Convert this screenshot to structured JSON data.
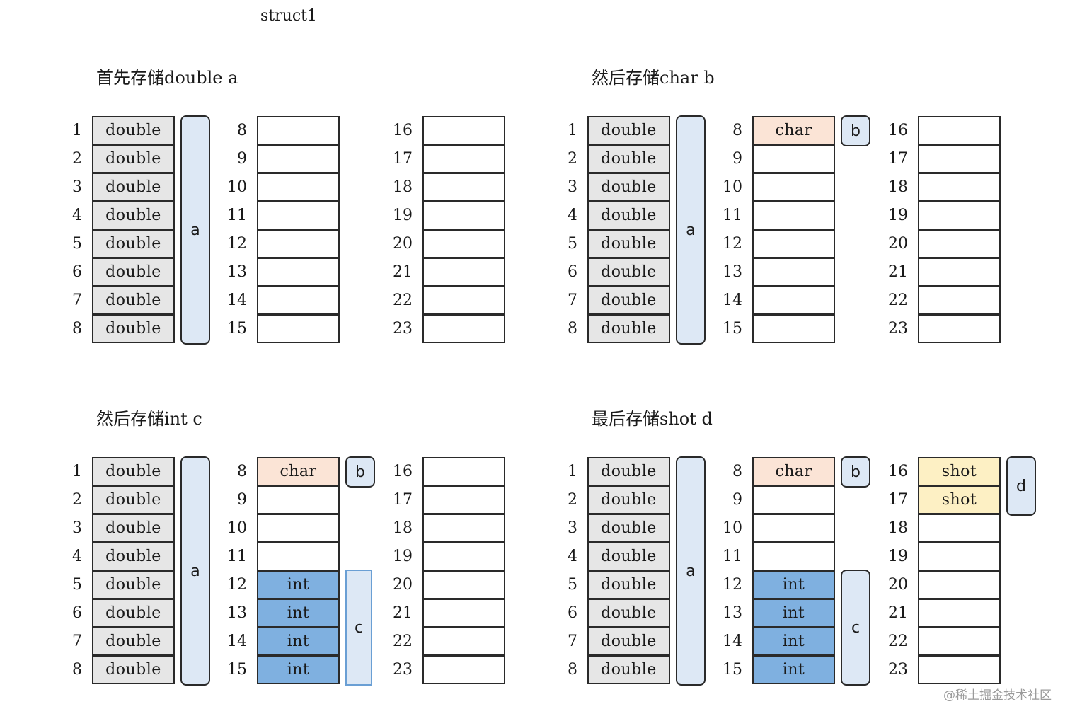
{
  "title": "struct1",
  "watermark": "@稀土掘金技术社区",
  "colors": {
    "double": "#e6e6e6",
    "char": "#fbe4d6",
    "int": "#7fb0e0",
    "shot": "#fdf0c4",
    "empty": "#ffffff",
    "brace": "#dde8f5",
    "border": "#2a2a2a"
  },
  "panels": [
    {
      "title": "首先存储double a",
      "columns": [
        {
          "cells": [
            {
              "index": "1",
              "label": "double",
              "type": "double"
            },
            {
              "index": "2",
              "label": "double",
              "type": "double"
            },
            {
              "index": "3",
              "label": "double",
              "type": "double"
            },
            {
              "index": "4",
              "label": "double",
              "type": "double"
            },
            {
              "index": "5",
              "label": "double",
              "type": "double"
            },
            {
              "index": "6",
              "label": "double",
              "type": "double"
            },
            {
              "index": "7",
              "label": "double",
              "type": "double"
            },
            {
              "index": "8",
              "label": "double",
              "type": "double"
            }
          ]
        },
        {
          "cells": [
            {
              "index": "8",
              "label": "",
              "type": "empty"
            },
            {
              "index": "9",
              "label": "",
              "type": "empty"
            },
            {
              "index": "10",
              "label": "",
              "type": "empty"
            },
            {
              "index": "11",
              "label": "",
              "type": "empty"
            },
            {
              "index": "12",
              "label": "",
              "type": "empty"
            },
            {
              "index": "13",
              "label": "",
              "type": "empty"
            },
            {
              "index": "14",
              "label": "",
              "type": "empty"
            },
            {
              "index": "15",
              "label": "",
              "type": "empty"
            }
          ]
        },
        {
          "cells": [
            {
              "index": "16",
              "label": "",
              "type": "empty"
            },
            {
              "index": "17",
              "label": "",
              "type": "empty"
            },
            {
              "index": "18",
              "label": "",
              "type": "empty"
            },
            {
              "index": "19",
              "label": "",
              "type": "empty"
            },
            {
              "index": "20",
              "label": "",
              "type": "empty"
            },
            {
              "index": "21",
              "label": "",
              "type": "empty"
            },
            {
              "index": "22",
              "label": "",
              "type": "empty"
            },
            {
              "index": "23",
              "label": "",
              "type": "empty"
            }
          ]
        }
      ],
      "braces": [
        {
          "label": "a",
          "column": 0,
          "start": 0,
          "end": 7
        }
      ]
    },
    {
      "title": "然后存储char b",
      "columns": [
        {
          "cells": [
            {
              "index": "1",
              "label": "double",
              "type": "double"
            },
            {
              "index": "2",
              "label": "double",
              "type": "double"
            },
            {
              "index": "3",
              "label": "double",
              "type": "double"
            },
            {
              "index": "4",
              "label": "double",
              "type": "double"
            },
            {
              "index": "5",
              "label": "double",
              "type": "double"
            },
            {
              "index": "6",
              "label": "double",
              "type": "double"
            },
            {
              "index": "7",
              "label": "double",
              "type": "double"
            },
            {
              "index": "8",
              "label": "double",
              "type": "double"
            }
          ]
        },
        {
          "cells": [
            {
              "index": "8",
              "label": "char",
              "type": "char"
            },
            {
              "index": "9",
              "label": "",
              "type": "empty"
            },
            {
              "index": "10",
              "label": "",
              "type": "empty"
            },
            {
              "index": "11",
              "label": "",
              "type": "empty"
            },
            {
              "index": "12",
              "label": "",
              "type": "empty"
            },
            {
              "index": "13",
              "label": "",
              "type": "empty"
            },
            {
              "index": "14",
              "label": "",
              "type": "empty"
            },
            {
              "index": "15",
              "label": "",
              "type": "empty"
            }
          ]
        },
        {
          "cells": [
            {
              "index": "16",
              "label": "",
              "type": "empty"
            },
            {
              "index": "17",
              "label": "",
              "type": "empty"
            },
            {
              "index": "18",
              "label": "",
              "type": "empty"
            },
            {
              "index": "19",
              "label": "",
              "type": "empty"
            },
            {
              "index": "20",
              "label": "",
              "type": "empty"
            },
            {
              "index": "21",
              "label": "",
              "type": "empty"
            },
            {
              "index": "22",
              "label": "",
              "type": "empty"
            },
            {
              "index": "23",
              "label": "",
              "type": "empty"
            }
          ]
        }
      ],
      "braces": [
        {
          "label": "a",
          "column": 0,
          "start": 0,
          "end": 7
        },
        {
          "label": "b",
          "column": 1,
          "start": 0,
          "end": 0
        }
      ]
    },
    {
      "title": "然后存储int c",
      "columns": [
        {
          "cells": [
            {
              "index": "1",
              "label": "double",
              "type": "double"
            },
            {
              "index": "2",
              "label": "double",
              "type": "double"
            },
            {
              "index": "3",
              "label": "double",
              "type": "double"
            },
            {
              "index": "4",
              "label": "double",
              "type": "double"
            },
            {
              "index": "5",
              "label": "double",
              "type": "double"
            },
            {
              "index": "6",
              "label": "double",
              "type": "double"
            },
            {
              "index": "7",
              "label": "double",
              "type": "double"
            },
            {
              "index": "8",
              "label": "double",
              "type": "double"
            }
          ]
        },
        {
          "cells": [
            {
              "index": "8",
              "label": "char",
              "type": "char"
            },
            {
              "index": "9",
              "label": "",
              "type": "empty"
            },
            {
              "index": "10",
              "label": "",
              "type": "empty"
            },
            {
              "index": "11",
              "label": "",
              "type": "empty"
            },
            {
              "index": "12",
              "label": "int",
              "type": "int"
            },
            {
              "index": "13",
              "label": "int",
              "type": "int"
            },
            {
              "index": "14",
              "label": "int",
              "type": "int"
            },
            {
              "index": "15",
              "label": "int",
              "type": "int"
            }
          ]
        },
        {
          "cells": [
            {
              "index": "16",
              "label": "",
              "type": "empty"
            },
            {
              "index": "17",
              "label": "",
              "type": "empty"
            },
            {
              "index": "18",
              "label": "",
              "type": "empty"
            },
            {
              "index": "19",
              "label": "",
              "type": "empty"
            },
            {
              "index": "20",
              "label": "",
              "type": "empty"
            },
            {
              "index": "21",
              "label": "",
              "type": "empty"
            },
            {
              "index": "22",
              "label": "",
              "type": "empty"
            },
            {
              "index": "23",
              "label": "",
              "type": "empty"
            }
          ]
        }
      ],
      "braces": [
        {
          "label": "a",
          "column": 0,
          "start": 0,
          "end": 7
        },
        {
          "label": "b",
          "column": 1,
          "start": 0,
          "end": 0
        },
        {
          "label": "c",
          "column": 1,
          "start": 4,
          "end": 7,
          "style": "square"
        }
      ]
    },
    {
      "title": "最后存储shot d",
      "columns": [
        {
          "cells": [
            {
              "index": "1",
              "label": "double",
              "type": "double"
            },
            {
              "index": "2",
              "label": "double",
              "type": "double"
            },
            {
              "index": "3",
              "label": "double",
              "type": "double"
            },
            {
              "index": "4",
              "label": "double",
              "type": "double"
            },
            {
              "index": "5",
              "label": "double",
              "type": "double"
            },
            {
              "index": "6",
              "label": "double",
              "type": "double"
            },
            {
              "index": "7",
              "label": "double",
              "type": "double"
            },
            {
              "index": "8",
              "label": "double",
              "type": "double"
            }
          ]
        },
        {
          "cells": [
            {
              "index": "8",
              "label": "char",
              "type": "char"
            },
            {
              "index": "9",
              "label": "",
              "type": "empty"
            },
            {
              "index": "10",
              "label": "",
              "type": "empty"
            },
            {
              "index": "11",
              "label": "",
              "type": "empty"
            },
            {
              "index": "12",
              "label": "int",
              "type": "int"
            },
            {
              "index": "13",
              "label": "int",
              "type": "int"
            },
            {
              "index": "14",
              "label": "int",
              "type": "int"
            },
            {
              "index": "15",
              "label": "int",
              "type": "int"
            }
          ]
        },
        {
          "cells": [
            {
              "index": "16",
              "label": "shot",
              "type": "shot"
            },
            {
              "index": "17",
              "label": "shot",
              "type": "shot"
            },
            {
              "index": "18",
              "label": "",
              "type": "empty"
            },
            {
              "index": "19",
              "label": "",
              "type": "empty"
            },
            {
              "index": "20",
              "label": "",
              "type": "empty"
            },
            {
              "index": "21",
              "label": "",
              "type": "empty"
            },
            {
              "index": "22",
              "label": "",
              "type": "empty"
            },
            {
              "index": "23",
              "label": "",
              "type": "empty"
            }
          ]
        }
      ],
      "braces": [
        {
          "label": "a",
          "column": 0,
          "start": 0,
          "end": 7
        },
        {
          "label": "b",
          "column": 1,
          "start": 0,
          "end": 0
        },
        {
          "label": "c",
          "column": 1,
          "start": 4,
          "end": 7
        },
        {
          "label": "d",
          "column": 2,
          "start": 0,
          "end": 1
        }
      ]
    }
  ]
}
